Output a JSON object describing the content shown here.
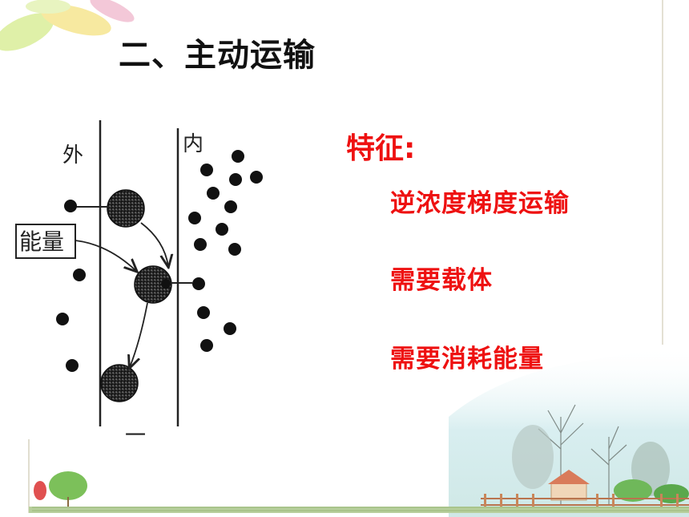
{
  "slide": {
    "title": "二、主动运输",
    "feature_heading": "特征:",
    "features": [
      "逆浓度梯度运输",
      "需要载体",
      "需要消耗能量"
    ]
  },
  "diagram": {
    "outside_label": "外",
    "inside_label": "内",
    "energy_label": "能量",
    "bottom_mark": "一"
  },
  "colors": {
    "title": "#111111",
    "accent_red": "#ee1111"
  }
}
